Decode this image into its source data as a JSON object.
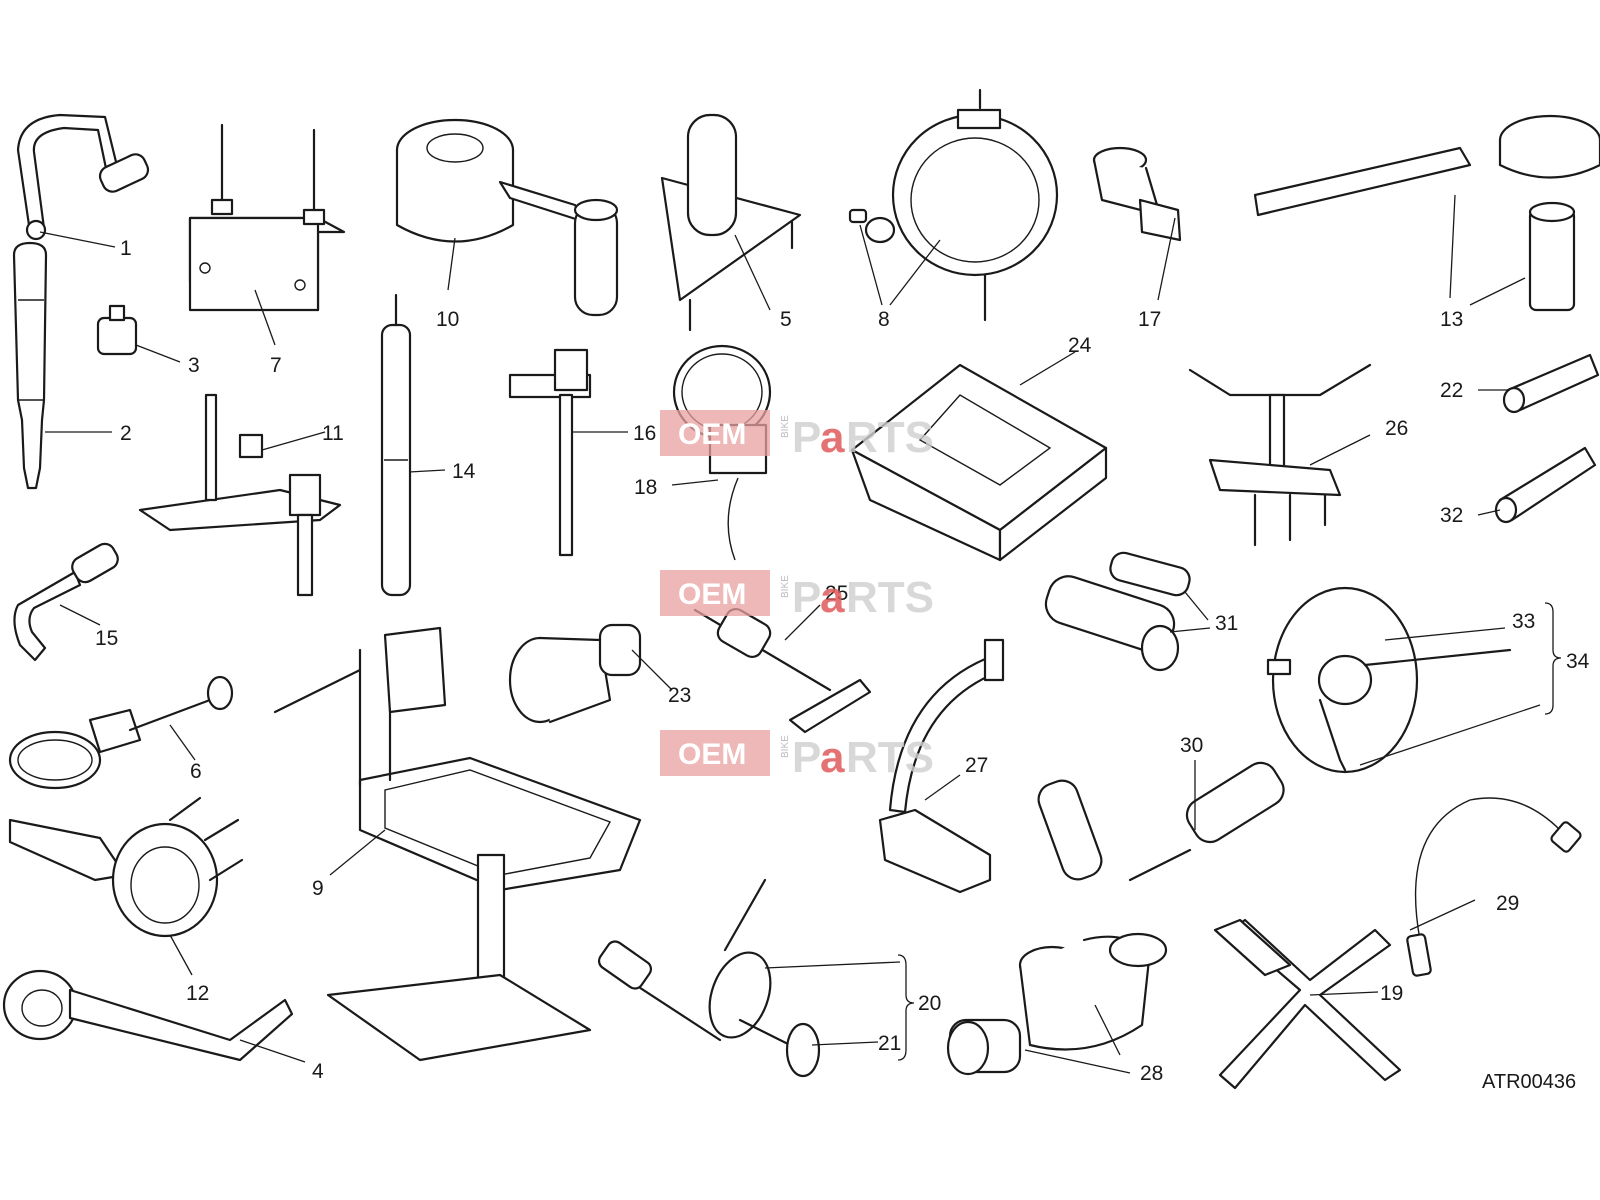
{
  "diagram": {
    "reference_code": "ATR00436",
    "callouts": [
      "1",
      "2",
      "3",
      "4",
      "5",
      "6",
      "7",
      "8",
      "9",
      "10",
      "11",
      "12",
      "13",
      "14",
      "15",
      "16",
      "17",
      "18",
      "19",
      "20",
      "21",
      "22",
      "23",
      "24",
      "25",
      "26",
      "27",
      "28",
      "29",
      "30",
      "31",
      "32",
      "33",
      "34"
    ]
  },
  "watermark": {
    "brand_left": "OEM",
    "brand_small": "BIKE",
    "brand_right_p": "P",
    "brand_right_a": "a",
    "brand_right_rest": "RTS"
  },
  "colors": {
    "line": "#1a1a1a",
    "background": "#ffffff",
    "watermark_red": "#e8a0a0"
  }
}
